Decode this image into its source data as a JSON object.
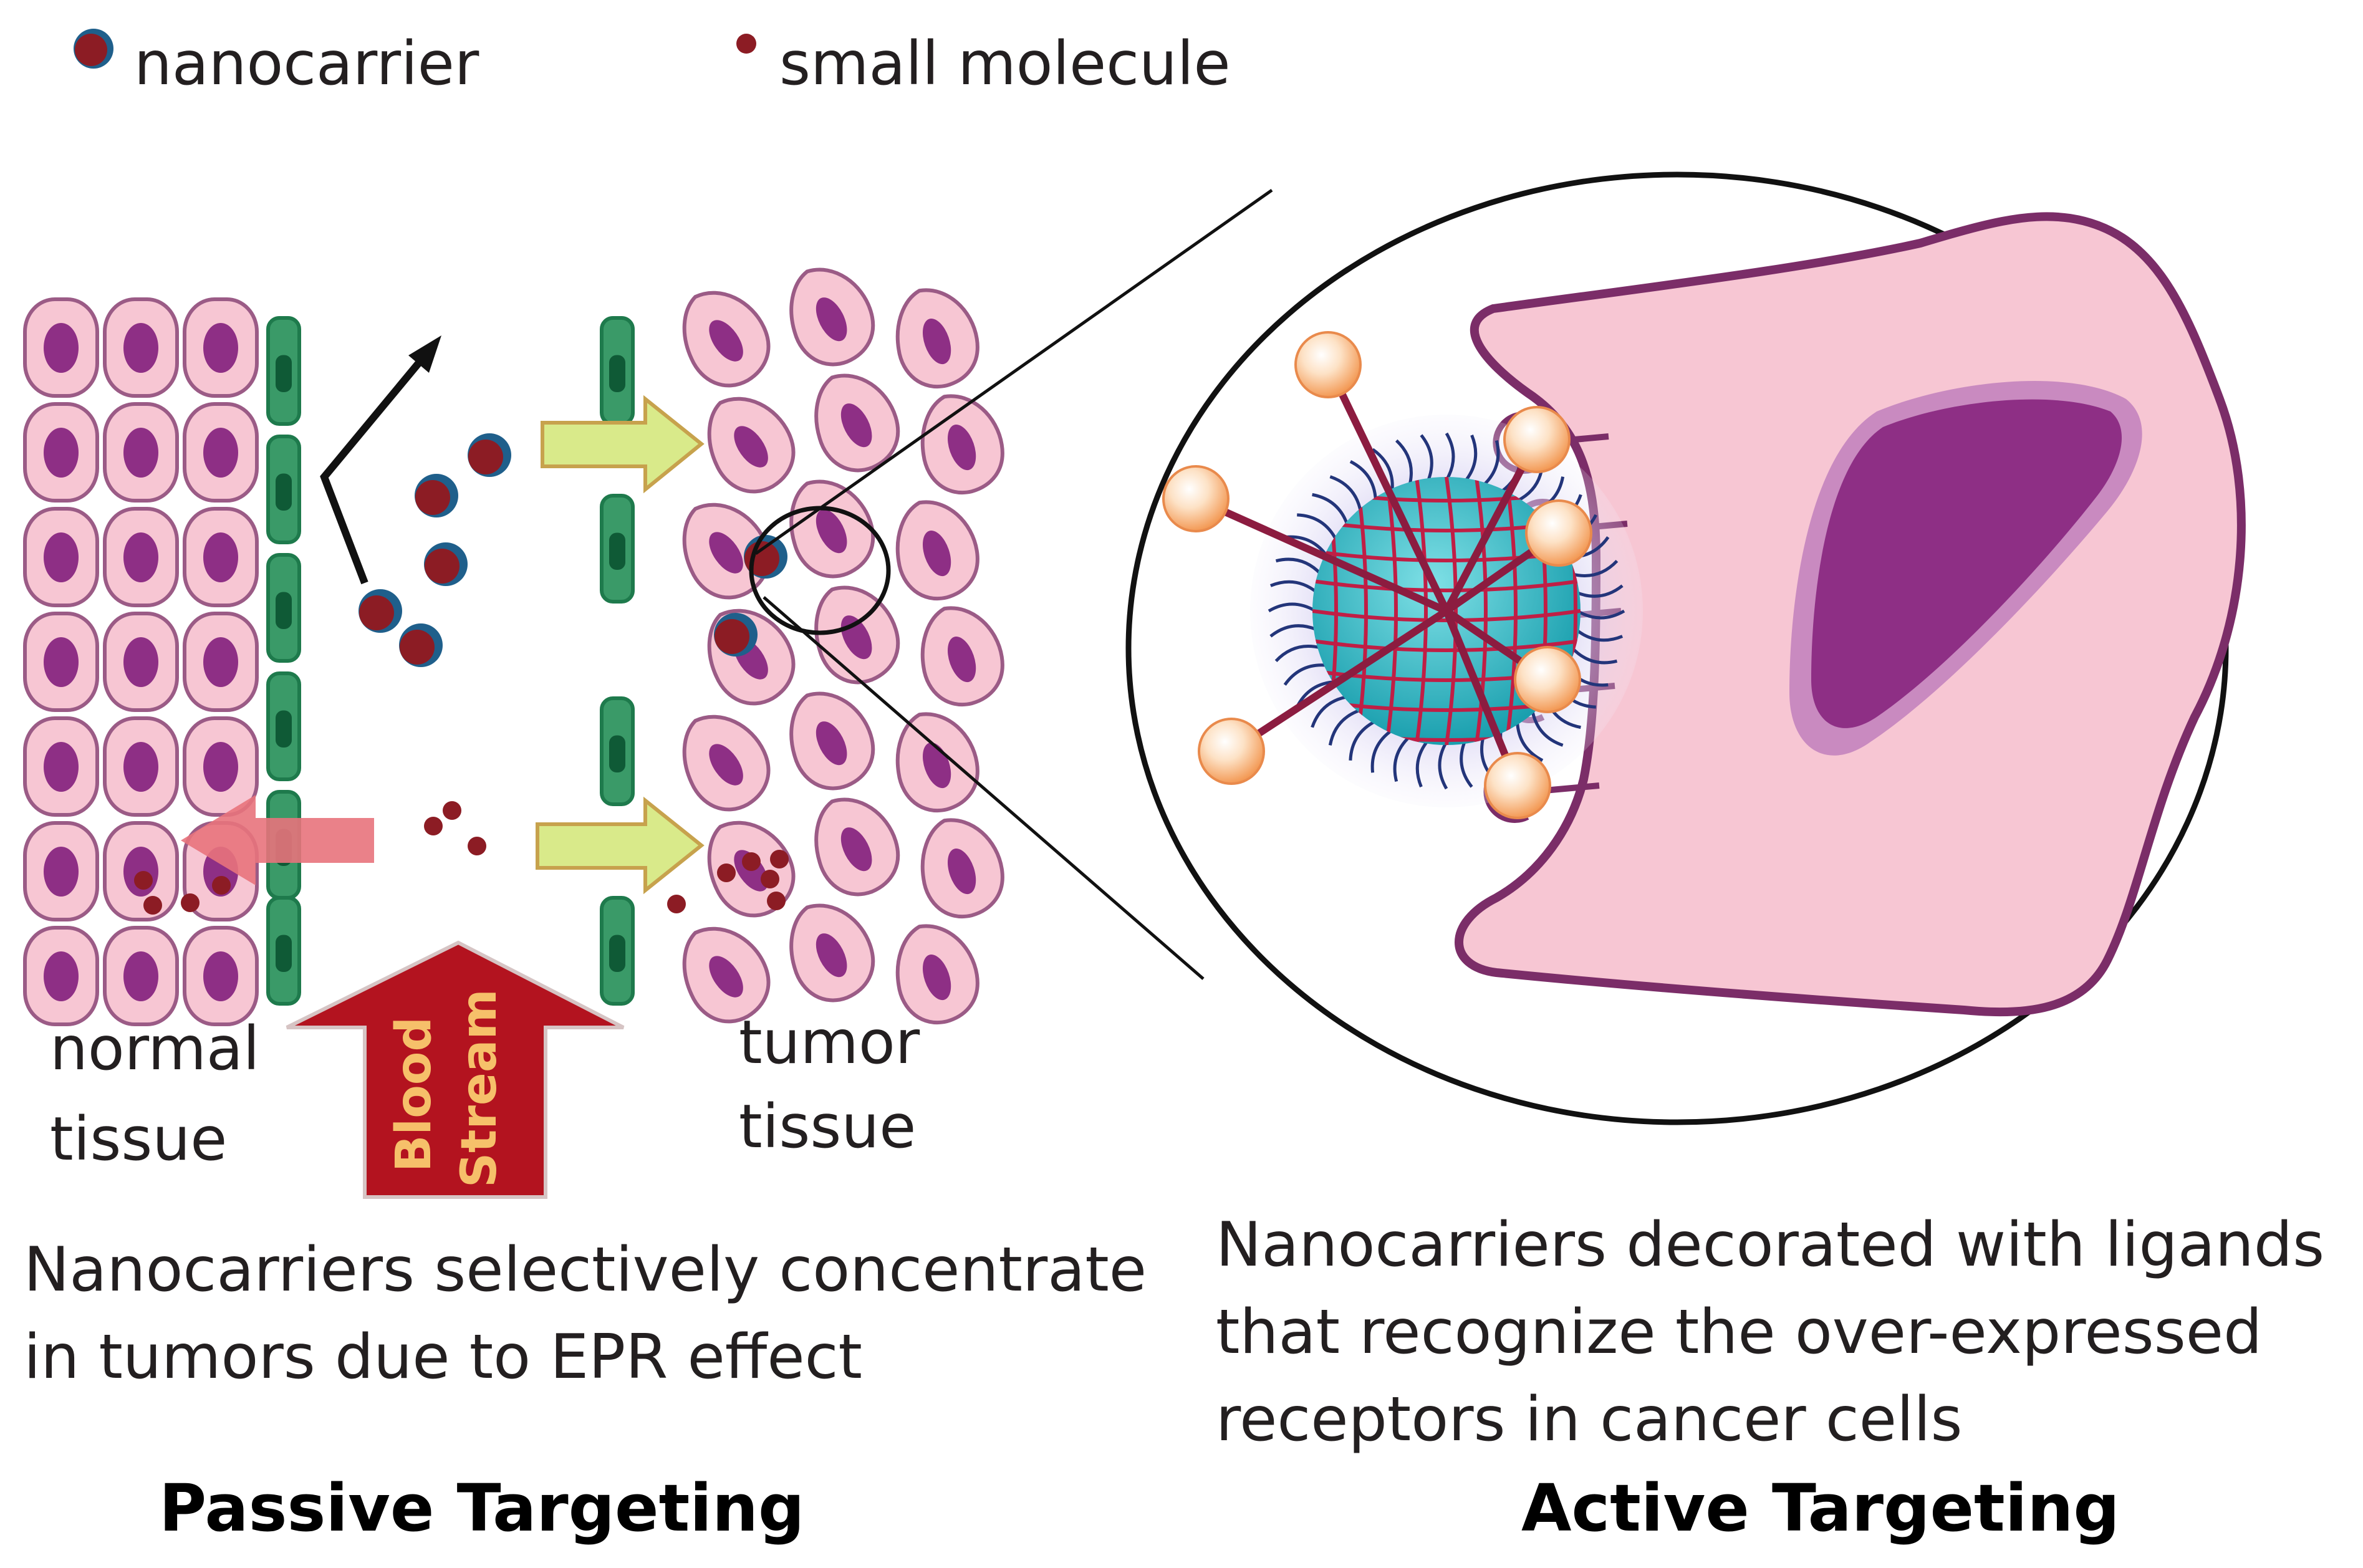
{
  "legend": {
    "nanocarrier_label": "nanocarrier",
    "small_molecule_label": "small molecule"
  },
  "passive": {
    "normal_tissue_line1": "normal",
    "normal_tissue_line2": "tissue",
    "tumor_tissue_line1": "tumor",
    "tumor_tissue_line2": "tissue",
    "blood_stream_line1": "Blood",
    "blood_stream_line2": "Stream",
    "caption_line1": "Nanocarriers selectively concentrate",
    "caption_line2": "in tumors due to EPR effect",
    "title": "Passive Targeting"
  },
  "active": {
    "caption_line1": "Nanocarriers decorated with ligands",
    "caption_line2": "that recognize the over-expressed",
    "caption_line3": "receptors in cancer cells",
    "title": "Active Targeting"
  },
  "colors": {
    "cell_fill": "#f7c6d3",
    "cell_stroke": "#9b5b86",
    "nucleus": "#8e2f85",
    "vessel_green": "#1e7a4c",
    "small_molecule": "#8c1c24",
    "nanocarrier_core": "#2fb3c0",
    "blood_arrow": "#b3131f",
    "epr_arrow": "#d9ea8a",
    "backflow_arrow": "#e8737c",
    "ligand_ball": "#f8a060"
  }
}
